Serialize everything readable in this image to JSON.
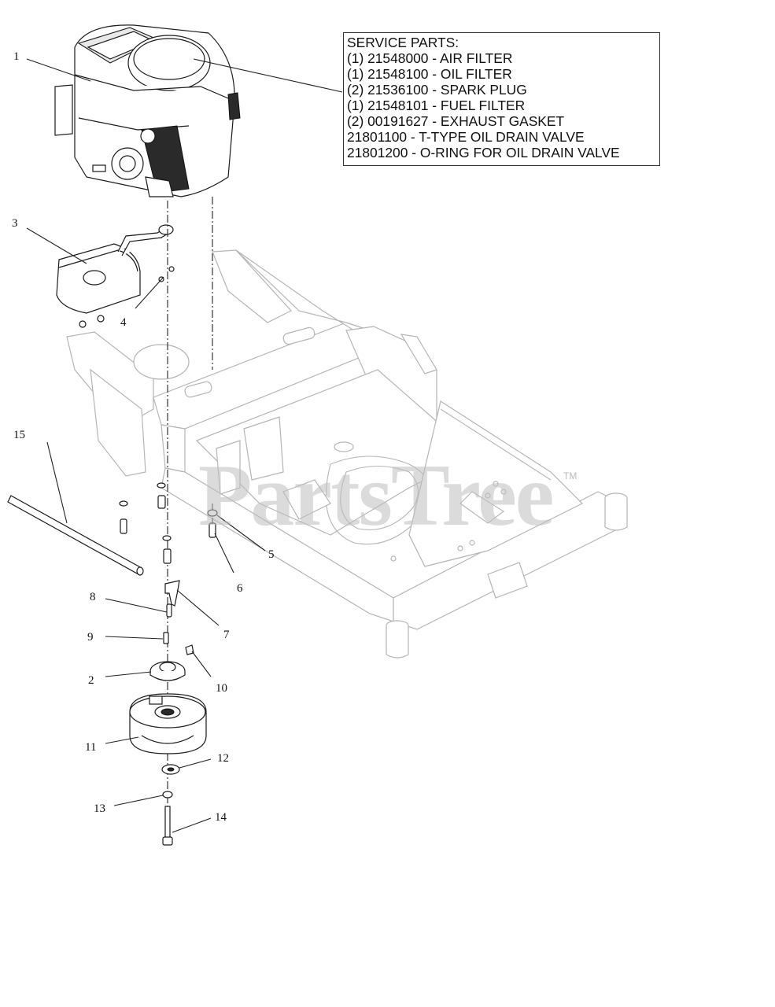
{
  "service_parts": {
    "title": "SERVICE PARTS:",
    "lines": [
      "(1) 21548000 - AIR FILTER",
      "(1) 21548100 - OIL FILTER",
      "(2) 21536100 - SPARK PLUG",
      "(1) 21548101 - FUEL FILTER",
      "(2) 00191627 - EXHAUST GASKET",
      "21801100 - T-TYPE OIL DRAIN VALVE",
      "21801200 - O-RING FOR OIL DRAIN VALVE"
    ]
  },
  "callouts": [
    "1",
    "2",
    "3",
    "4",
    "5",
    "6",
    "7",
    "8",
    "9",
    "10",
    "11",
    "12",
    "13",
    "14",
    "15"
  ],
  "watermark": {
    "text": "PartsTree",
    "tm": "TM"
  },
  "colors": {
    "line": "#1a1a1a",
    "frame": "#b5b5b5",
    "watermark": "#bebebe"
  }
}
